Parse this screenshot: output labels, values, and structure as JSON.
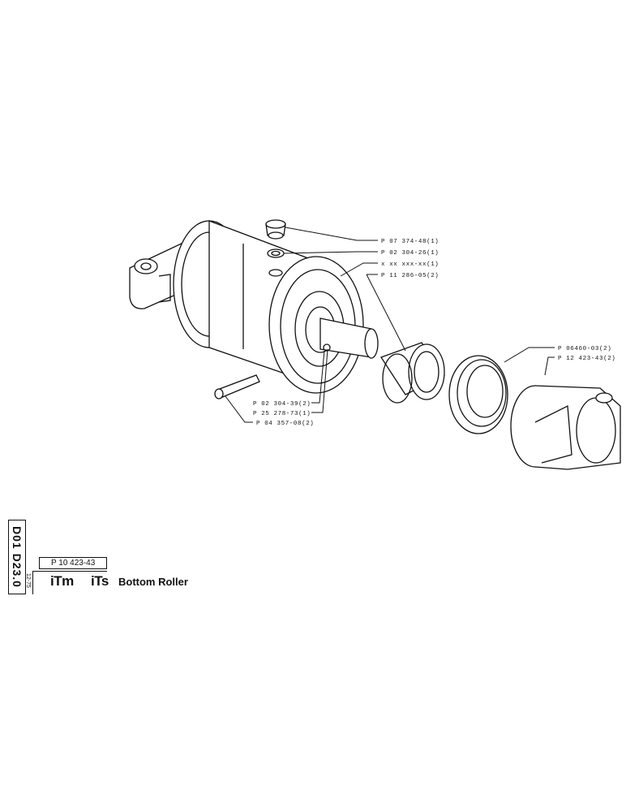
{
  "callouts": [
    {
      "id": "c1",
      "text": "P 07 374-48(1)"
    },
    {
      "id": "c2",
      "text": "P 02 304-26(1)"
    },
    {
      "id": "c3",
      "text": "x xx xxx-xx(1)"
    },
    {
      "id": "c4",
      "text": "P 11 286-05(2)"
    },
    {
      "id": "c5",
      "text": "P 06460-03(2)"
    },
    {
      "id": "c6",
      "text": "P 12 423-43(2)"
    },
    {
      "id": "c7",
      "text": "P 02 304-39(2)"
    },
    {
      "id": "c8",
      "text": "P 25 278-73(1)"
    },
    {
      "id": "c9",
      "text": "P 04 357-08(2)"
    }
  ],
  "title_block": {
    "code": "D01 D23.0",
    "date": "12-75",
    "part_number": "P 10 423-43",
    "brand_1": "iTm",
    "brand_2": "iTs",
    "title": "Bottom Roller"
  }
}
